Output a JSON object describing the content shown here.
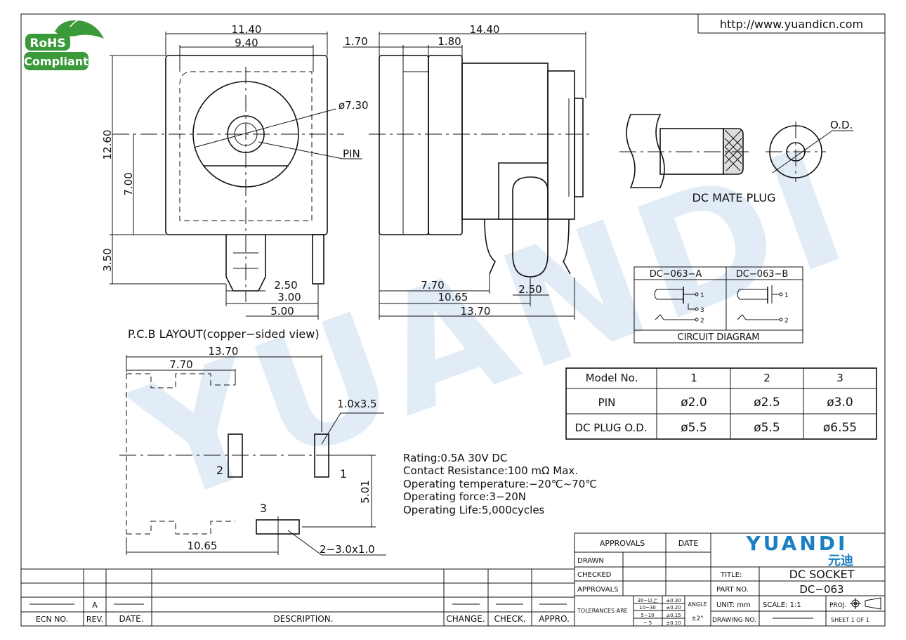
{
  "website": "http://www.yuandicn.com",
  "rohs": {
    "line1": "RoHS",
    "line2": "Compliant"
  },
  "watermark": "YUANDI",
  "front_view": {
    "dims": [
      "11.40",
      "9.40",
      "12.60",
      "7.00",
      "3.50",
      "2.50",
      "3.00",
      "5.00"
    ],
    "labels": {
      "diameter": "ø7.30",
      "pin": "PIN"
    }
  },
  "side_view": {
    "dims": [
      "14.40",
      "1.70",
      "1.80",
      "7.70",
      "10.65",
      "13.70",
      "2.50"
    ]
  },
  "mate_plug": {
    "label": "DC  MATE  PLUG",
    "od": "O.D."
  },
  "circuit": {
    "headers": [
      "DC−063−A",
      "DC−063−B"
    ],
    "a_pins": [
      "1",
      "3",
      "2"
    ],
    "b_pins": [
      "1",
      "2"
    ],
    "caption": "CIRCUIT  DIAGRAM"
  },
  "pcb": {
    "title": "P.C.B  LAYOUT(copper−sided  view)",
    "dims": [
      "13.70",
      "7.70",
      "10.65",
      "5.01"
    ],
    "hole": "1.0x3.5",
    "slot": "2−3.0x1.0",
    "pins": [
      "1",
      "2",
      "3"
    ]
  },
  "spec_table": {
    "header": [
      "Model  No.",
      "1",
      "2",
      "3"
    ],
    "rows": [
      [
        "PIN",
        "ø2.0",
        "ø2.5",
        "ø3.0"
      ],
      [
        "DC  PLUG  O.D.",
        "ø5.5",
        "ø5.5",
        "ø6.55"
      ]
    ]
  },
  "ratings": [
    "Rating:0.5A  30V  DC",
    "Contact  Resistance:100  mΩ  Max.",
    "Operating  temperature:−20℃~70℃",
    "Operating  force:3−20N",
    "Operating  Life:5,000cycles"
  ],
  "title_block": {
    "approvals": "APPROVALS",
    "date": "DATE",
    "rows": [
      "DRAWN",
      "CHECKED",
      "APPROVALS"
    ],
    "brand": "YUANDI",
    "brand_cn": "元迪",
    "title_label": "TITLE:",
    "title_value": "DC SOCKET",
    "part_label": "PART  NO.",
    "part_value": "DC−063",
    "tolerances_label": "TOLERANCES  ARE",
    "tol_ranges": [
      "30~以上",
      "10~30",
      "5~10",
      "~ 5"
    ],
    "tol_values": [
      "±0.30",
      "±0.20",
      "±0.15",
      "±0.10"
    ],
    "angle_label": "ANGLE",
    "angle_value": "±2°",
    "unit": "UNIT:  mm",
    "scale": "SCALE:    1:1",
    "proj": "PROJ.",
    "drawing_no": "DRAWING  NO.",
    "sheet": "SHEET     1  OF  1"
  },
  "revision_block": {
    "rev_value": "A",
    "footer": [
      "ECN  NO.",
      "REV.",
      "DATE.",
      "DESCRIPTION.",
      "CHANGE.",
      "CHECK.",
      "APPRO."
    ]
  },
  "colors": {
    "rohs_green": "#3a9a3a",
    "brand_blue": "#1a7fc4",
    "watermark": "#c9def0"
  }
}
